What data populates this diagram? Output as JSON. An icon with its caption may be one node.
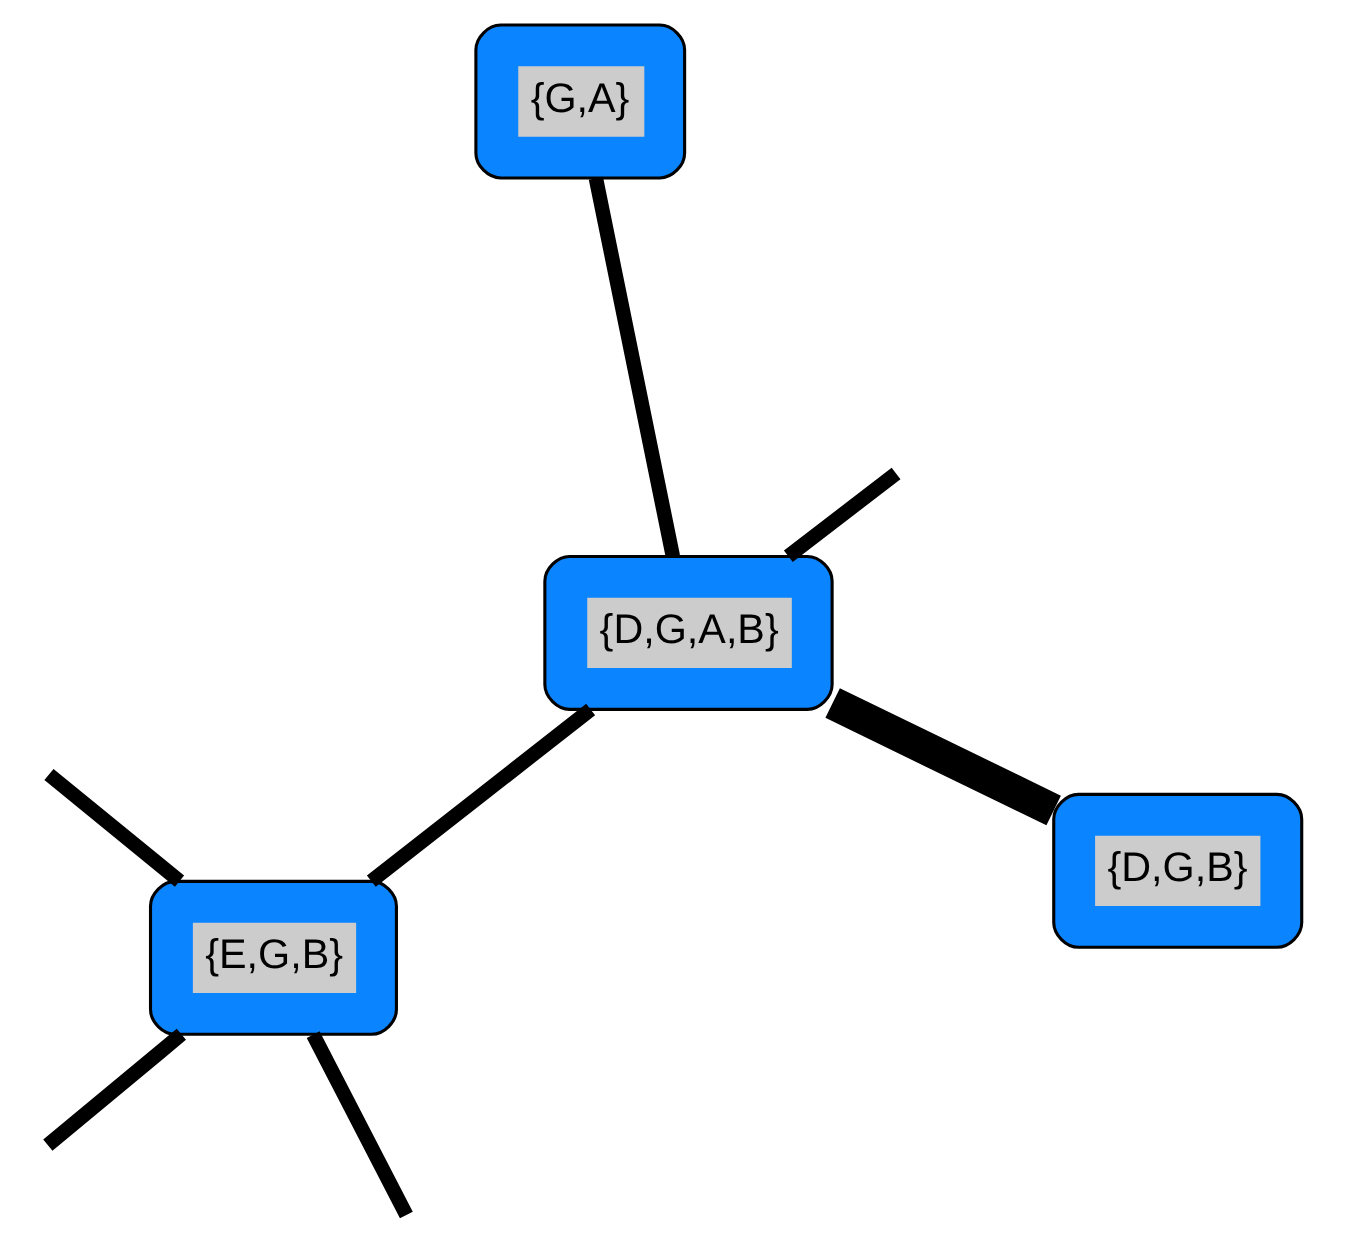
{
  "diagram": {
    "nodes": [
      {
        "text": [
          "{G,A}"
        ]
      },
      {
        "text": [
          "{D,G,A,B}"
        ]
      },
      {
        "text": [
          "{D,G,B}"
        ]
      },
      {
        "text": [
          "{E,G,B}"
        ]
      }
    ],
    "edges": [
      {
        "from": 0,
        "to": 1,
        "arrow": "none"
      },
      {
        "from": 1,
        "to": null,
        "arrow": "none"
      },
      {
        "from": 1,
        "to": 2,
        "arrow": "none",
        "style": "thick"
      },
      {
        "from": 1,
        "to": 3,
        "arrow": "none"
      },
      {
        "from": null,
        "to": 3,
        "arrow": "none"
      },
      {
        "from": 3,
        "to": null,
        "arrow": "none"
      },
      {
        "from": 3,
        "to": null,
        "arrow": "none"
      }
    ]
  }
}
